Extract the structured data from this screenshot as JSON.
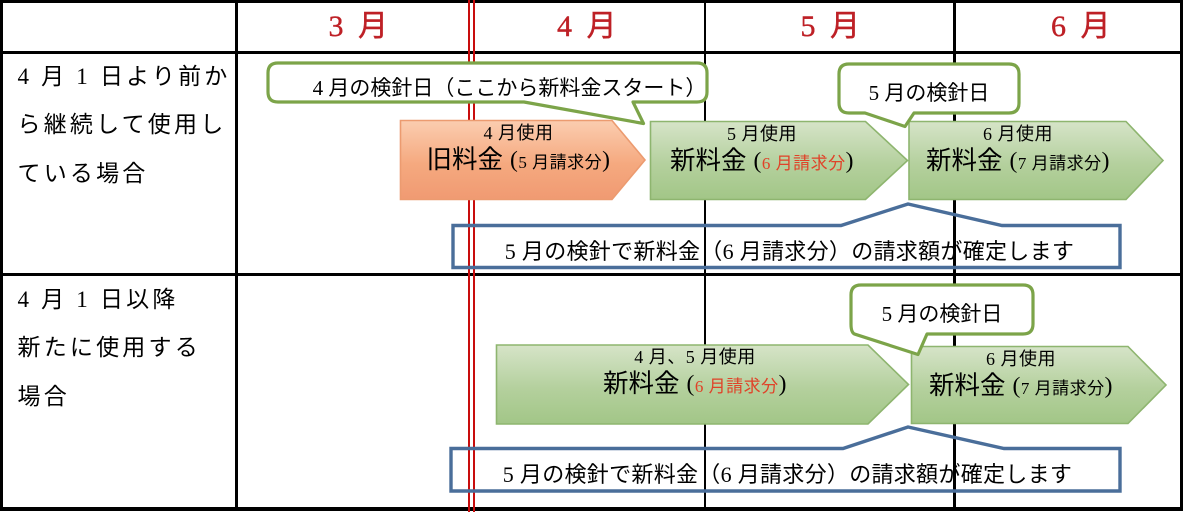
{
  "colors": {
    "month_red": "#be2026",
    "text_red": "#e04228",
    "line_red": "#c80d0d",
    "callout_green": "#7ca449",
    "arrow_green_border": "#8eb56f",
    "arrow_green_top": "#d6e4c8",
    "arrow_green_bottom": "#a2c687",
    "arrow_orange_border": "#ec9b70",
    "arrow_orange_top": "#fbcdb0",
    "arrow_orange_bottom": "#f09a72",
    "note_blue": "#4a6e9a"
  },
  "header": {
    "months": [
      {
        "label": "3 月"
      },
      {
        "label": "4 月"
      },
      {
        "label": "5 月"
      },
      {
        "label": "6 月"
      }
    ]
  },
  "rows": [
    {
      "label_lines": [
        "4 月 1 日より前か",
        "ら継続して使用し",
        "ている場合"
      ],
      "callout_april": "4 月の検針日（ここから新料金スタート）",
      "callout_may": "5 月の検針日",
      "arrows": [
        {
          "usage": "4 月使用",
          "name": "旧料金",
          "billing_open": "(",
          "billing": "5 月請求分",
          "billing_close": ")"
        },
        {
          "usage": "5 月使用",
          "name": "新料金",
          "billing_open": "(",
          "billing": "6 月請求分",
          "billing_close": ")"
        },
        {
          "usage": "6 月使用",
          "name": "新料金",
          "billing_open": "(",
          "billing": "7 月請求分",
          "billing_close": ")"
        }
      ],
      "note": "5 月の検針で新料金（6 月請求分）の請求額が確定します"
    },
    {
      "label_lines": [
        "4 月 1 日以降",
        "新たに使用する",
        "場合"
      ],
      "callout_may": "5 月の検針日",
      "arrows": [
        {
          "usage": "4 月、5 月使用",
          "name": "新料金",
          "billing_open": "(",
          "billing": "6 月請求分",
          "billing_close": ")"
        },
        {
          "usage": "6 月使用",
          "name": "新料金",
          "billing_open": "(",
          "billing": "7 月請求分",
          "billing_close": ")"
        }
      ],
      "note": "5 月の検針で新料金（6 月請求分）の請求額が確定します"
    }
  ]
}
